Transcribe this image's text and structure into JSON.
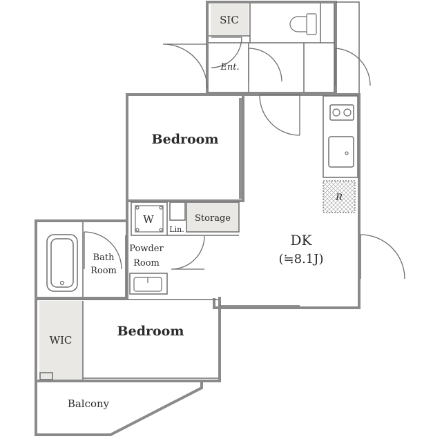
{
  "rooms": {
    "sic": "SIC",
    "entrance": "Ent.",
    "bedroom_top": "Bedroom",
    "washer": "W",
    "linen": "Lin.",
    "storage": "Storage",
    "bath_line1": "Bath",
    "bath_line2": "Room",
    "powder_line1": "Powder",
    "powder_line2": "Room",
    "dk": "DK",
    "dk_size": "(≒8.1J)",
    "refrigerator": "R",
    "wic": "WIC",
    "bedroom_bottom": "Bedroom",
    "balcony": "Balcony"
  },
  "colors": {
    "wall": "#8a8a8a",
    "line": "#6e6e6e",
    "shade": "#e9e8e4",
    "background": "#ffffff"
  }
}
